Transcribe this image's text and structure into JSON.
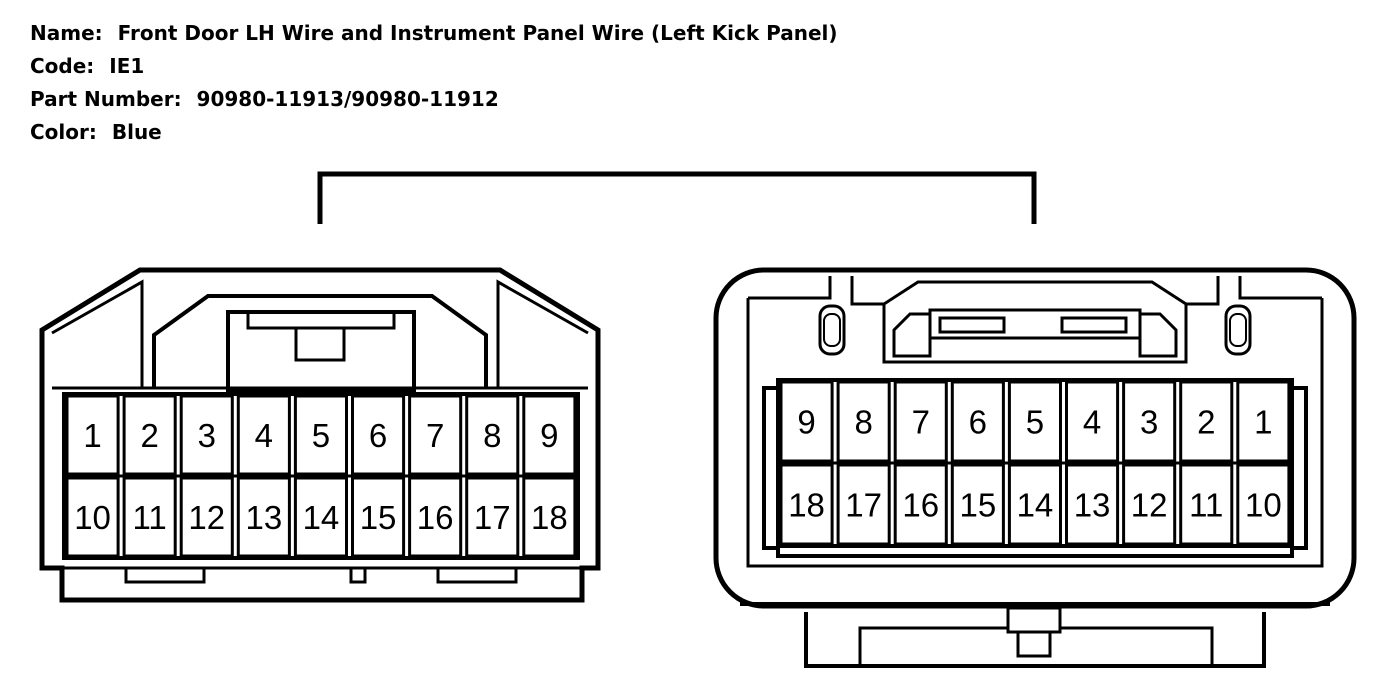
{
  "info": {
    "name_label": "Name:",
    "name_value": "Front Door LH Wire and Instrument Panel Wire (Left Kick Panel)",
    "code_label": "Code:",
    "code_value": "IE1",
    "part_label": "Part Number:",
    "part_value": "90980-11913/90980-11912",
    "color_label": "Color:",
    "color_value": "Blue"
  },
  "left_connector": {
    "row1": [
      "1",
      "2",
      "3",
      "4",
      "5",
      "6",
      "7",
      "8",
      "9"
    ],
    "row2": [
      "10",
      "11",
      "12",
      "13",
      "14",
      "15",
      "16",
      "17",
      "18"
    ]
  },
  "right_connector": {
    "row1": [
      "9",
      "8",
      "7",
      "6",
      "5",
      "4",
      "3",
      "2",
      "1"
    ],
    "row2": [
      "18",
      "17",
      "16",
      "15",
      "14",
      "13",
      "12",
      "11",
      "10"
    ]
  }
}
